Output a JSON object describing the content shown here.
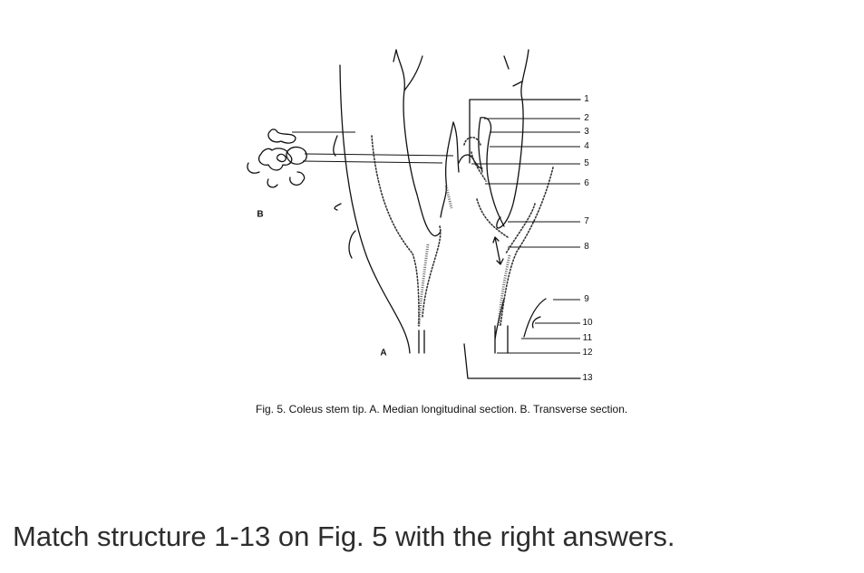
{
  "figure": {
    "caption": "Fig. 5. Coleus stem tip. A. Median longitudinal section. B. Transverse section.",
    "panel_labels": {
      "a": "A",
      "b": "B"
    },
    "numbers": [
      "1",
      "2",
      "3",
      "4",
      "5",
      "6",
      "7",
      "8",
      "9",
      "10",
      "11",
      "12",
      "13"
    ]
  },
  "question": "Match structure 1-13 on Fig. 5 with the right answers."
}
